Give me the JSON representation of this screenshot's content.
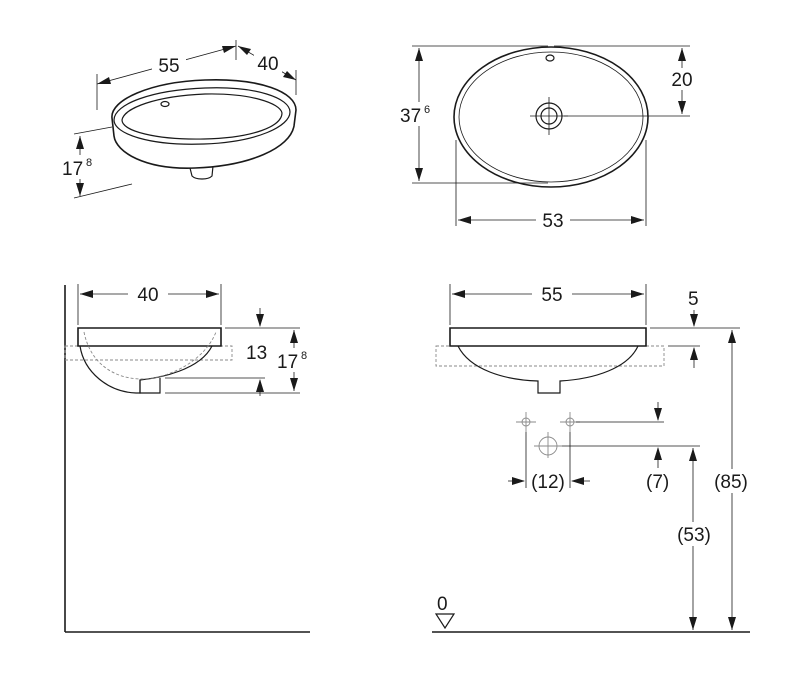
{
  "perspective_view": {
    "width": "55",
    "depth": "40",
    "height_main": "17",
    "height_sup": "8"
  },
  "top_view": {
    "depth_main": "37",
    "depth_sup": "6",
    "tap_offset": "20",
    "width": "53"
  },
  "side_view": {
    "width": "40",
    "bowl_depth": "13",
    "height_main": "17",
    "height_sup": "8"
  },
  "front_view": {
    "width": "55",
    "rim": "5",
    "tap_spacing": "(12)",
    "tap_offset": "(7)",
    "waste_height": "(53)",
    "rim_height": "(85)",
    "floor_level": "0"
  }
}
